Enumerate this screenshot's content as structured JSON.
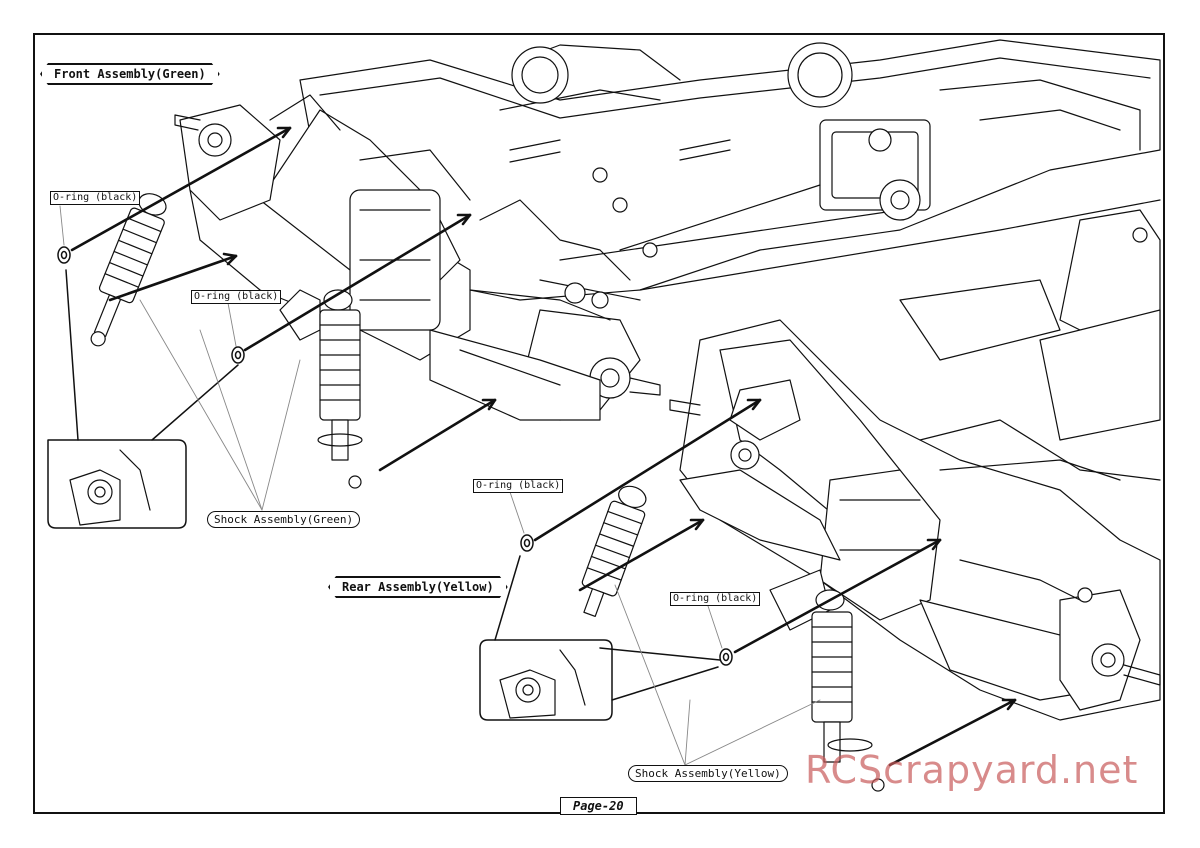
{
  "labels": {
    "front_assembly": "Front Assembly(Green)",
    "rear_assembly": "Rear Assembly(Yellow)",
    "shock_front": "Shock Assembly(Green)",
    "shock_rear": "Shock Assembly(Yellow)",
    "oring_1": "O-ring (black)",
    "oring_2": "O-ring (black)",
    "oring_3": "O-ring (black)",
    "oring_4": "O-ring (black)",
    "page": "Page-20"
  },
  "watermark": "RCScrapyard.net",
  "colors": {
    "line": "#111111",
    "watermark": "#c85a5a"
  }
}
